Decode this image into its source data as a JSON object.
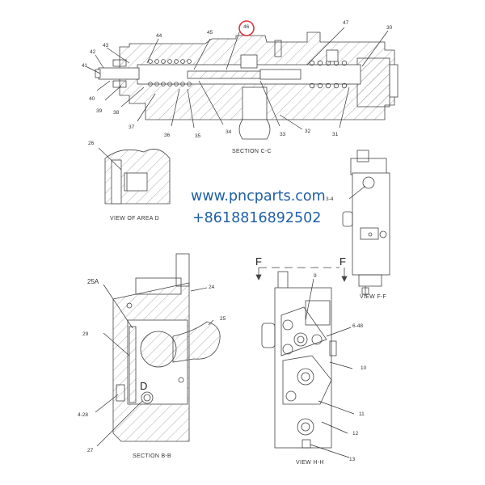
{
  "watermark": {
    "website": "www.pncparts.com",
    "phone": "+8618816892502",
    "color": "#1f5fa8"
  },
  "highlight": {
    "callout": "46",
    "ring_color": "#d9363e"
  },
  "views": {
    "section_cc": {
      "caption": "SECTION C-C",
      "callouts": [
        "30",
        "31",
        "32",
        "33",
        "34",
        "35",
        "36",
        "37",
        "38",
        "39",
        "40",
        "41",
        "42",
        "43",
        "44",
        "45",
        "46",
        "47"
      ]
    },
    "area_d": {
      "caption": "VIEW OF AREA D",
      "callouts": [
        "26"
      ]
    },
    "view_ff": {
      "caption": "VIEW F-F",
      "callouts": [
        "3-4"
      ]
    },
    "section_bb": {
      "caption": "SECTION B-B",
      "marker": "D",
      "callouts": [
        "24",
        "25",
        "25A",
        "29",
        "4-28",
        "27"
      ]
    },
    "view_hh": {
      "caption": "VIEW H-H",
      "section_marks": [
        "F",
        "F"
      ],
      "callouts": [
        "9",
        "6-48",
        "10",
        "11",
        "12",
        "13"
      ]
    }
  },
  "labels": {
    "c30": "30",
    "c31": "31",
    "c32": "32",
    "c33": "33",
    "c34": "34",
    "c35": "35",
    "c36": "36",
    "c37": "37",
    "c38": "38",
    "c39": "39",
    "c40": "40",
    "c41": "41",
    "c42": "42",
    "c43": "43",
    "c44": "44",
    "c45": "45",
    "c46": "46",
    "c47": "47",
    "c26": "26",
    "c3_4": "3-4",
    "c24": "24",
    "c25": "25",
    "c25A": "25A",
    "c29": "29",
    "c4_28": "4-28",
    "c27": "27",
    "c9": "9",
    "c6_48": "6-48",
    "c10": "10",
    "c11": "11",
    "c12": "12",
    "c13": "13",
    "d": "D",
    "f1": "F",
    "f2": "F"
  }
}
